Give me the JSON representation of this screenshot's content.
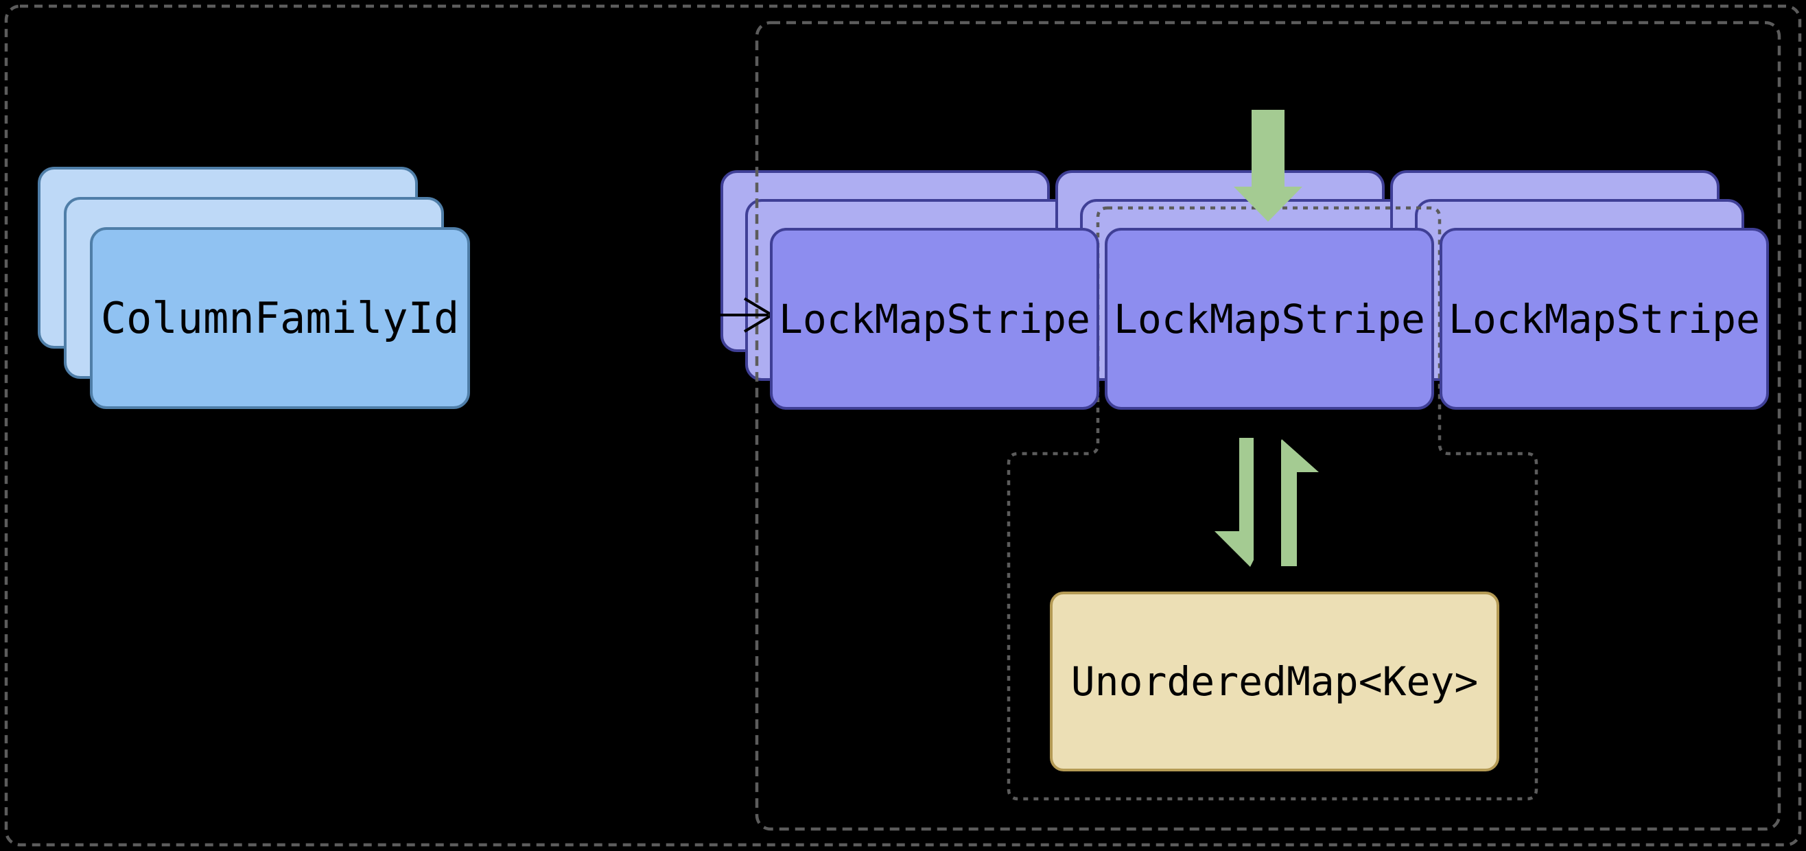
{
  "diagram": {
    "left_stack": {
      "label": "ColumnFamilyId"
    },
    "lock_stripes": {
      "labels": [
        "LockMapStripe",
        "LockMapStripe",
        "LockMapStripe"
      ]
    },
    "map_box": {
      "label": "UnorderedMap<Key>"
    },
    "colors": {
      "background": "#000000",
      "blue_front": "#90c2f2",
      "blue_back": "#bed9f7",
      "blue_border": "#4f7ea8",
      "purple_front": "#8d8def",
      "purple_back": "#aeaef2",
      "purple_border": "#3f3f96",
      "tan_fill": "#ecdfb5",
      "tan_border": "#b59b55",
      "green_arrow": "#a4cb92",
      "dash_gray": "#5c5c5c",
      "text": "#000000"
    }
  }
}
